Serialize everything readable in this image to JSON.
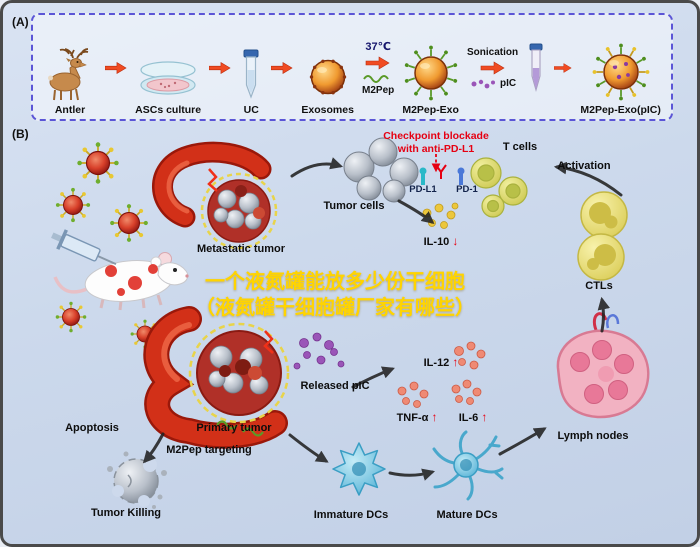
{
  "panelA": {
    "label": "(A)",
    "antler": "Antler",
    "ascs": "ASCs culture",
    "uc": "UC",
    "exosomes": "Exosomes",
    "temp": "37℃",
    "m2pep": "M2Pep",
    "m2pep_exo": "M2Pep-Exo",
    "sonication": "Sonication",
    "pic": "pIC",
    "m2pep_exo_pic": "M2Pep-Exo(pIC)"
  },
  "panelB": {
    "label": "(B)",
    "checkpoint_line1": "Checkpoint blockade",
    "checkpoint_line2": "with anti-PD-L1",
    "t_cells": "T cells",
    "activation": "Activation",
    "tumor_cells": "Tumor cells",
    "pd_l1": "PD-L1",
    "pd_1": "PD-1",
    "metastatic_tumor": "Metastatic tumor",
    "il10": "IL-10",
    "il10_arrow": "↓",
    "ctls": "CTLs",
    "released_pic": "Released pIC",
    "il12": "IL-12",
    "il12_arrow": "↑",
    "tnf": "TNF-α",
    "tnf_arrow": "↑",
    "il6": "IL-6",
    "il6_arrow": "↑",
    "lymph_nodes": "Lymph nodes",
    "apoptosis": "Apoptosis",
    "primary_tumor": "Primary tumor",
    "m2pep_targeting": "M2Pep targeting",
    "tumor_killing": "Tumor Killing",
    "immature_dcs": "Immature DCs",
    "mature_dcs": "Mature DCs"
  },
  "watermark": {
    "line1": "一个液氮罐能放多少份干细胞",
    "line2": "（液氮罐干细胞罐厂家有哪些）"
  },
  "colors": {
    "accent_red": "#e8380d",
    "checkpoint_red": "#e60012",
    "watermark_yellow": "#ffd400"
  }
}
